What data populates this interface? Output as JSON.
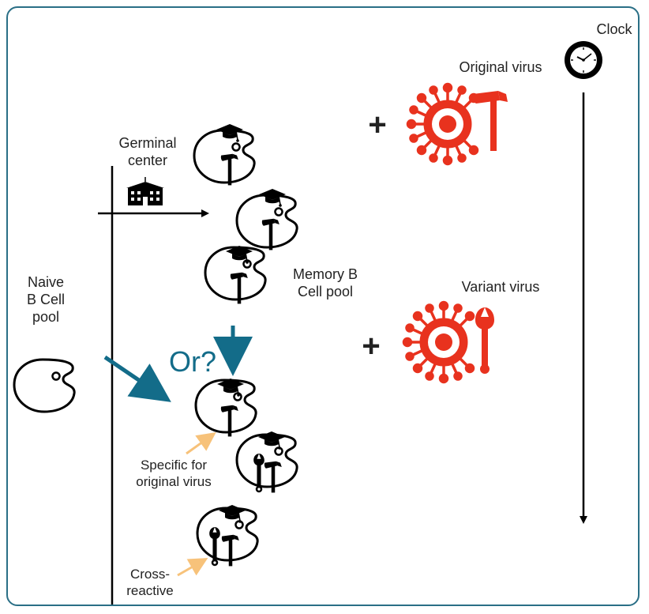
{
  "colors": {
    "frame": "#2a6f86",
    "teal_arrow": "#136c89",
    "virus_red": "#e8321e",
    "orange_arrow": "#f7c27a",
    "ink": "#000000"
  },
  "labels": {
    "clock": "Clock",
    "original_virus": "Original virus",
    "variant_virus": "Variant virus",
    "germinal_center_line1": "Germinal",
    "germinal_center_line2": "center",
    "memory_pool_line1": "Memory B",
    "memory_pool_line2": "Cell pool",
    "naive_pool_line1": "Naive",
    "naive_pool_line2": "B Cell",
    "naive_pool_line3": "pool",
    "or_question": "Or?",
    "specific_line1": "Specific for",
    "specific_line2": "original virus",
    "cross_line1": "Cross-",
    "cross_line2": "reactive",
    "plus_symbol": "+"
  },
  "icons": [
    "clock-icon",
    "virus-hammer-icon",
    "virus-wrench-icon",
    "school-building-icon",
    "graduation-cap-icon",
    "hammer-icon",
    "wrench-icon",
    "b-cell-icon"
  ]
}
